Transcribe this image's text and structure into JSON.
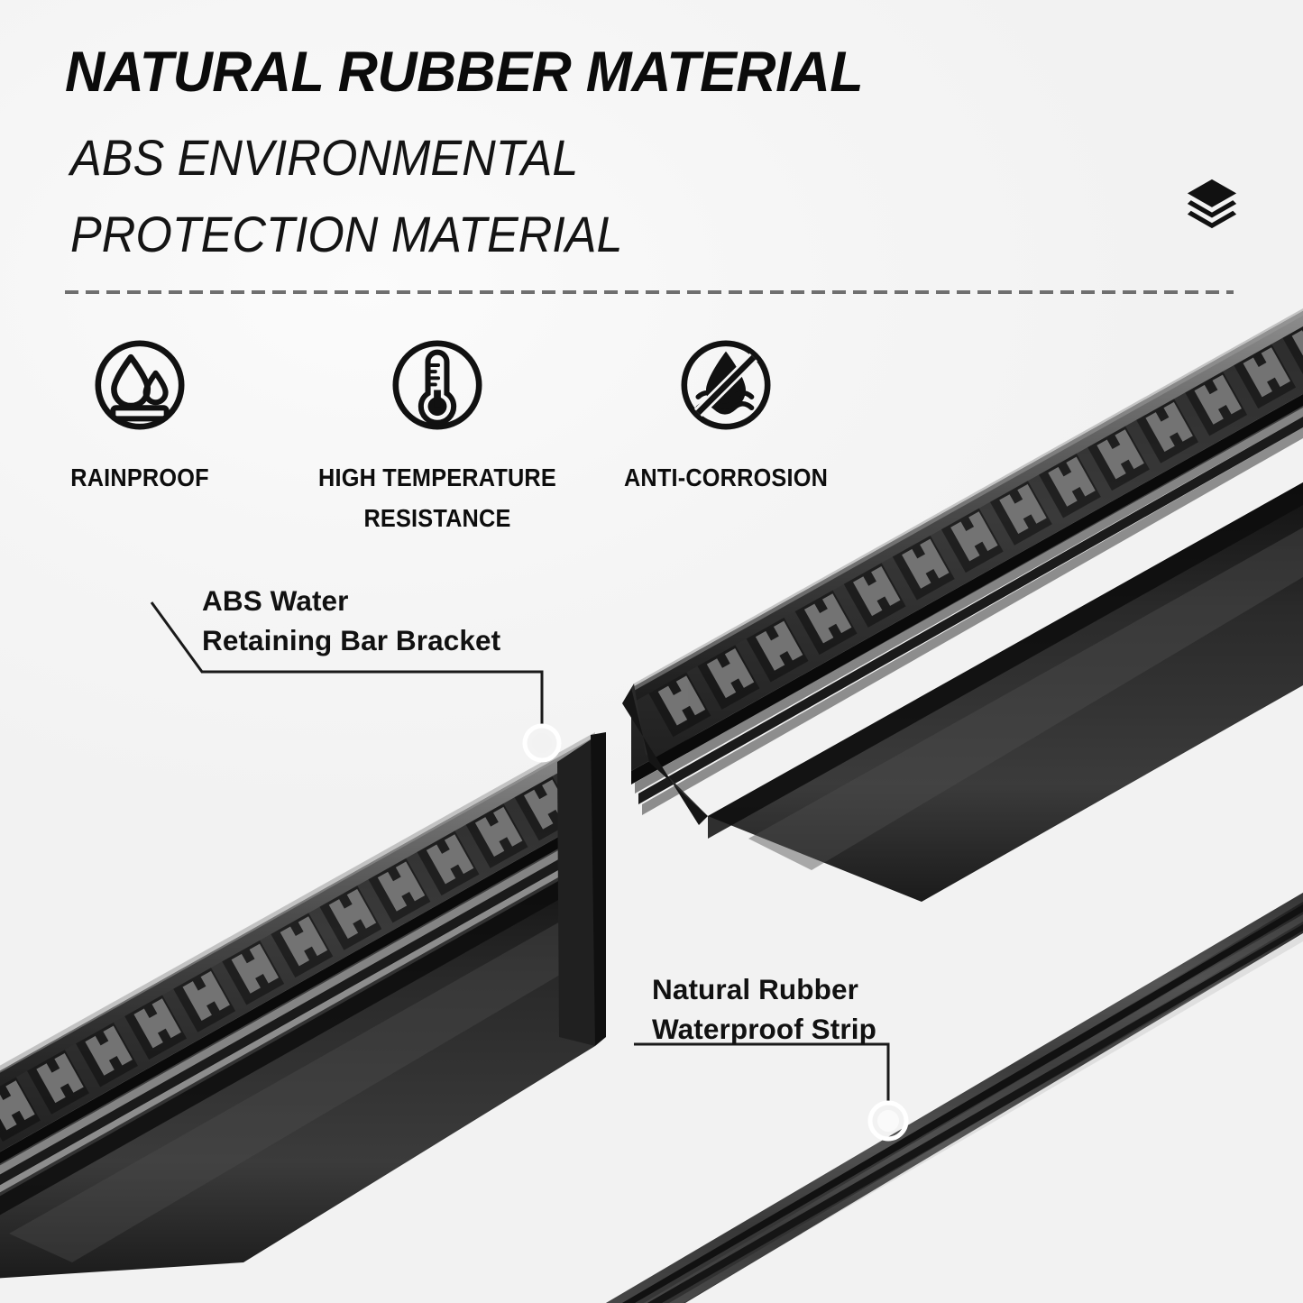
{
  "header": {
    "title": "NATURAL RUBBER MATERIAL",
    "subtitle": "ABS ENVIRONMENTAL\nPROTECTION MATERIAL",
    "layers_icon": "layers-icon"
  },
  "features": [
    {
      "icon": "water-drop-on-plank-icon",
      "label": "RAINPROOF"
    },
    {
      "icon": "thermometer-icon",
      "label": "HIGH TEMPERATURE\nRESISTANCE"
    },
    {
      "icon": "no-water-corrosion-icon",
      "label": "ANTI-CORROSION"
    }
  ],
  "callouts": [
    {
      "text": "ABS Water\nRetaining Bar Bracket",
      "marker": "ring-marker"
    },
    {
      "text": "Natural Rubber\nWaterproof Strip",
      "marker": "ring-marker"
    }
  ],
  "colors": {
    "background": "#f7f7f7",
    "text": "#0b0b0b",
    "divider": "#6f6f6f",
    "product_dark": "#1a1a1a",
    "product_mid": "#3d3d3d",
    "product_light": "#f2f2f2",
    "marker_ring": "#ffffff"
  },
  "product": {
    "name": "garage-door-threshold-seal",
    "parts": [
      "abs-water-retaining-bar-bracket",
      "natural-rubber-waterproof-strip"
    ]
  }
}
